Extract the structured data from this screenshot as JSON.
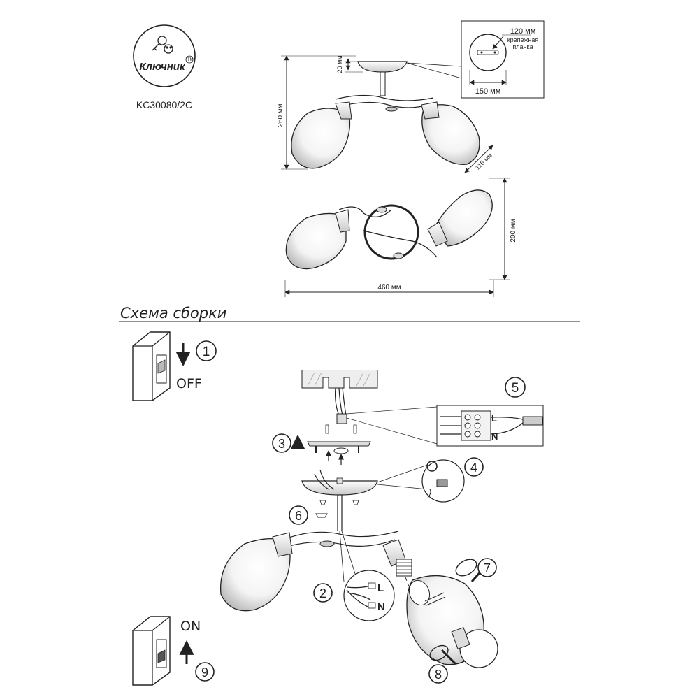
{
  "brand": {
    "name": "Ключник",
    "tm": "TM",
    "model": "KC30080/2C"
  },
  "dimensions": {
    "mount_bar_width": "120 мм",
    "mount_bar_label_line1": "крепежная",
    "mount_bar_label_line2": "планка",
    "canopy_diameter": "150 мм",
    "canopy_height": "20 мм",
    "total_height": "260 мм",
    "shade_length": "115 мм",
    "depth": "200 мм",
    "width": "460 мм"
  },
  "assembly": {
    "title": "Схема сборки",
    "power_off": "OFF",
    "power_on": "ON",
    "wire_live": "L",
    "wire_neutral": "N",
    "steps": [
      "1",
      "2",
      "3",
      "4",
      "5",
      "6",
      "7",
      "8",
      "9"
    ]
  },
  "colors": {
    "line": "#222222",
    "glass": "#bfbfbf",
    "metal": "#d9d9d9"
  }
}
